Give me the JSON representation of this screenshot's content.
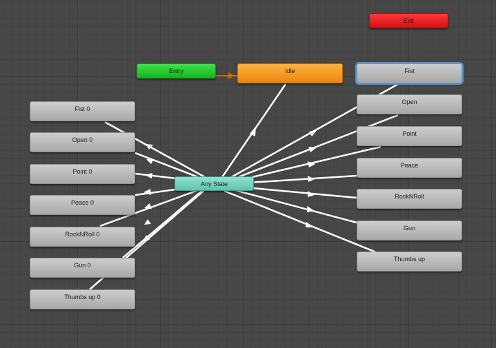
{
  "nodes": {
    "exit": "Exit",
    "entry": "Entry",
    "idle": "Idle",
    "any_state": "Any State",
    "right": [
      "Fist",
      "Open",
      "Point",
      "Peace",
      "RockNRoll",
      "Gun",
      "Thumbs up"
    ],
    "left": [
      "Fist 0",
      "Open 0",
      "Point 0",
      "Peace 0",
      "RockNRoll 0",
      "Gun 0",
      "Thumbs up 0"
    ]
  },
  "colors": {
    "entry": "#1fc628",
    "idle": "#f39a20",
    "exit": "#e01a1a",
    "any_state": "#74d3bd",
    "state": "#bcbcbc",
    "selection": "#4e93d8",
    "transition": "#ffffff",
    "default_transition": "#c06d06"
  },
  "selected": "Fist"
}
